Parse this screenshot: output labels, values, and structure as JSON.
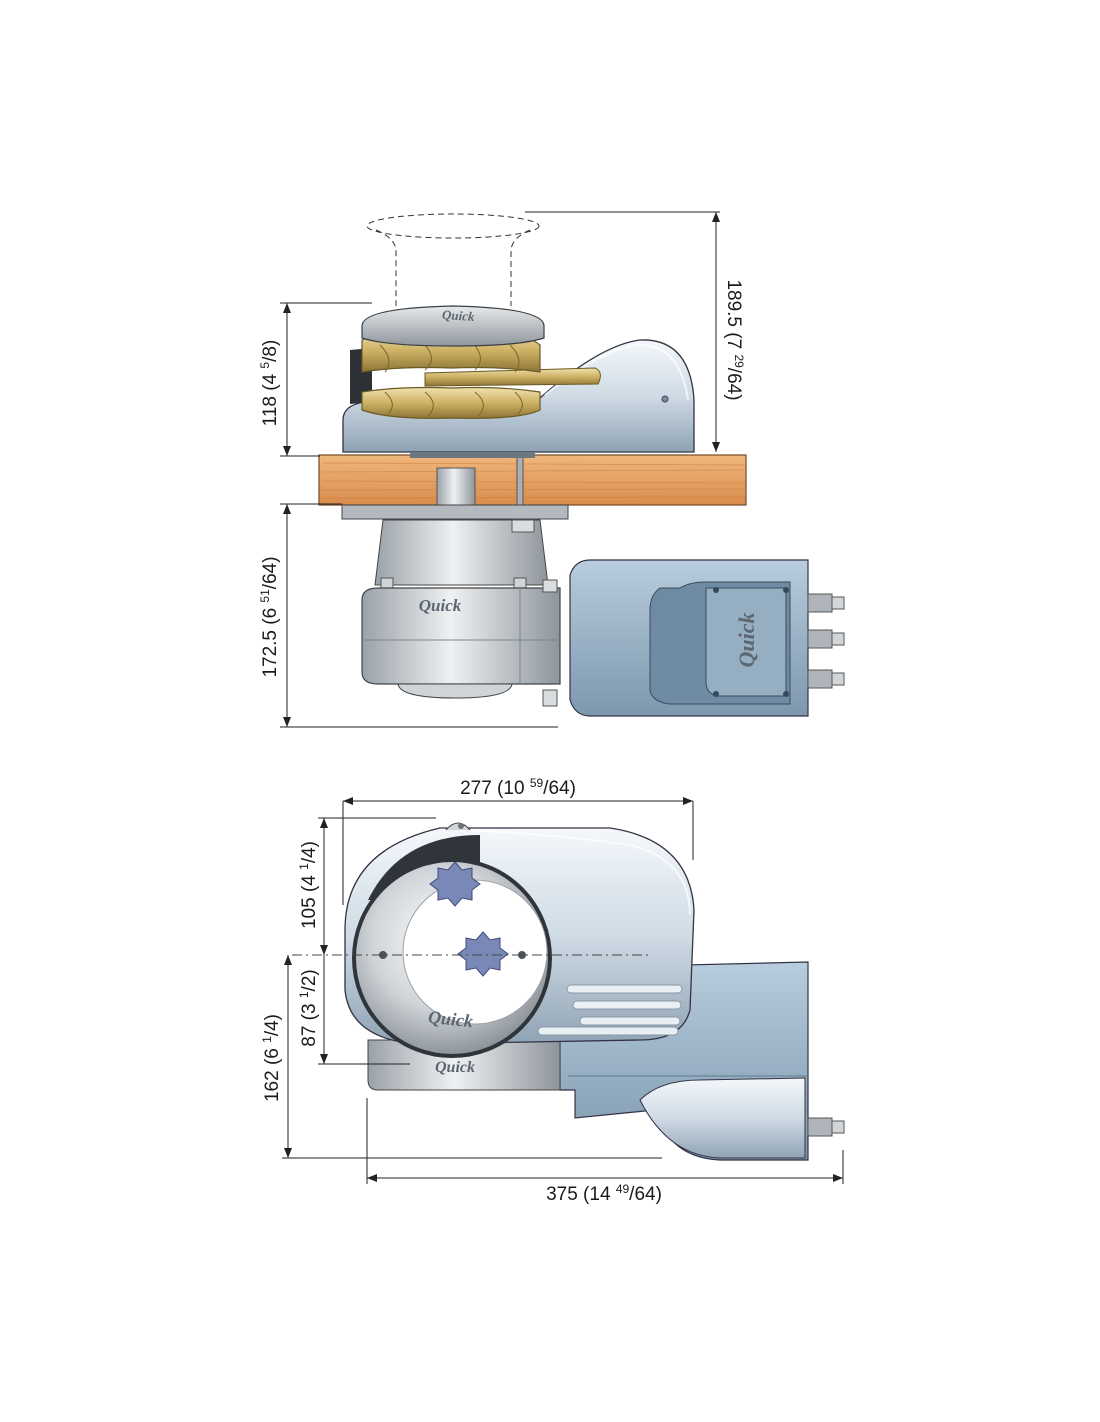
{
  "brand": {
    "logo_text": "Quick"
  },
  "colors": {
    "body_light": "#e4ecf2",
    "body_mid": "#b9c8d4",
    "body_dark": "#7f93a4",
    "motor_blue": "#9fb8cc",
    "motor_dark": "#6f8aa1",
    "gypsy_gold": "#d8c07a",
    "gypsy_dark": "#8a7433",
    "deck_wood": "#e6a060",
    "deck_wood_dark": "#b86e36",
    "metal": "#c9ced3",
    "metal_dark": "#8a9096",
    "knob": "#7a88b8"
  },
  "side_view": {
    "dim_total_height": {
      "main": "189.5 (7 ",
      "sup": "29",
      "tail": "/64)"
    },
    "dim_above_deck": {
      "main": "118 (4 ",
      "sup": "5",
      "tail": "/8)"
    },
    "dim_below_deck": {
      "main": "172.5 (6 ",
      "sup": "51",
      "tail": "/64)"
    }
  },
  "top_view": {
    "dim_width": {
      "main": "277 (10 ",
      "sup": "59",
      "tail": "/64)"
    },
    "dim_total_width": {
      "main": "375 (14 ",
      "sup": "49",
      "tail": "/64)"
    },
    "dim_front": {
      "main": "105 (4 ",
      "sup": "1",
      "tail": "/4)"
    },
    "dim_rear": {
      "main": "87 (3 ",
      "sup": "1",
      "tail": "/2)"
    },
    "dim_depth": {
      "main": "162 (6 ",
      "sup": "1",
      "tail": "/4)"
    }
  }
}
